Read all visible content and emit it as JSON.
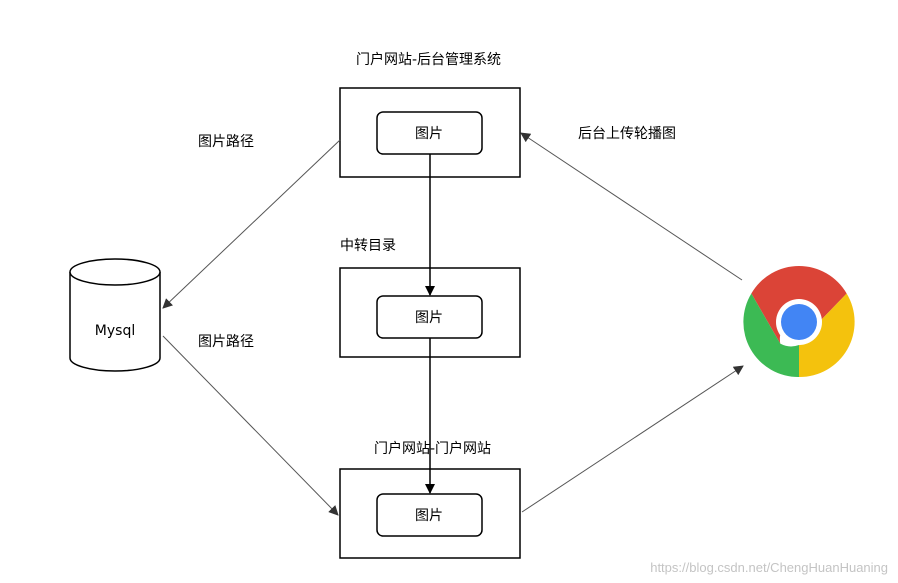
{
  "diagram": {
    "title_top_box": "门户网站-后台管理系统",
    "title_middle_box": "中转目录",
    "title_bottom_box": "门户网站-门户网站",
    "image_label_top": "图片",
    "image_label_middle": "图片",
    "image_label_bottom": "图片",
    "database_label": "Mysql",
    "edge_label_upper_left": "图片路径",
    "edge_label_lower_left": "图片路径",
    "edge_label_right": "后台上传轮播图",
    "browser_icon": "chrome-browser-icon",
    "watermark": "https://blog.csdn.net/ChengHuanHuaning"
  },
  "colors": {
    "chrome_red": "#DB4437",
    "chrome_yellow": "#F4C20D",
    "chrome_green": "#3CBA54",
    "chrome_blue": "#4285F4",
    "line": "#000000",
    "arrow_gray": "#555555"
  }
}
